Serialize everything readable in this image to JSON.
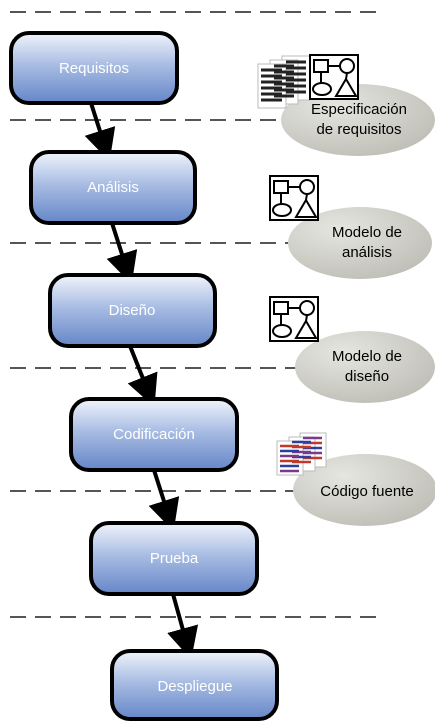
{
  "stages": [
    {
      "label": "Requisitos"
    },
    {
      "label": "Análisis"
    },
    {
      "label": "Diseño"
    },
    {
      "label": "Codificación"
    },
    {
      "label": "Prueba"
    },
    {
      "label": "Despliegue"
    }
  ],
  "artifacts": [
    {
      "lines": [
        "Especificación",
        "de requisitos"
      ],
      "icons": [
        "document-stack-icon",
        "model-diagram-icon"
      ]
    },
    {
      "lines": [
        "Modelo de",
        "análisis"
      ],
      "icons": [
        "model-diagram-icon"
      ]
    },
    {
      "lines": [
        "Modelo de",
        "diseño"
      ],
      "icons": [
        "model-diagram-icon"
      ]
    },
    {
      "lines": [
        "Código fuente"
      ],
      "icons": [
        "source-code-icon"
      ]
    }
  ],
  "colors": {
    "box_top": "#f0f4fb",
    "box_bottom": "#6586c8",
    "box_border": "#000000",
    "cloud_fill": "#c9c9c2",
    "dash_line": "#555555",
    "arrow": "#000000"
  }
}
